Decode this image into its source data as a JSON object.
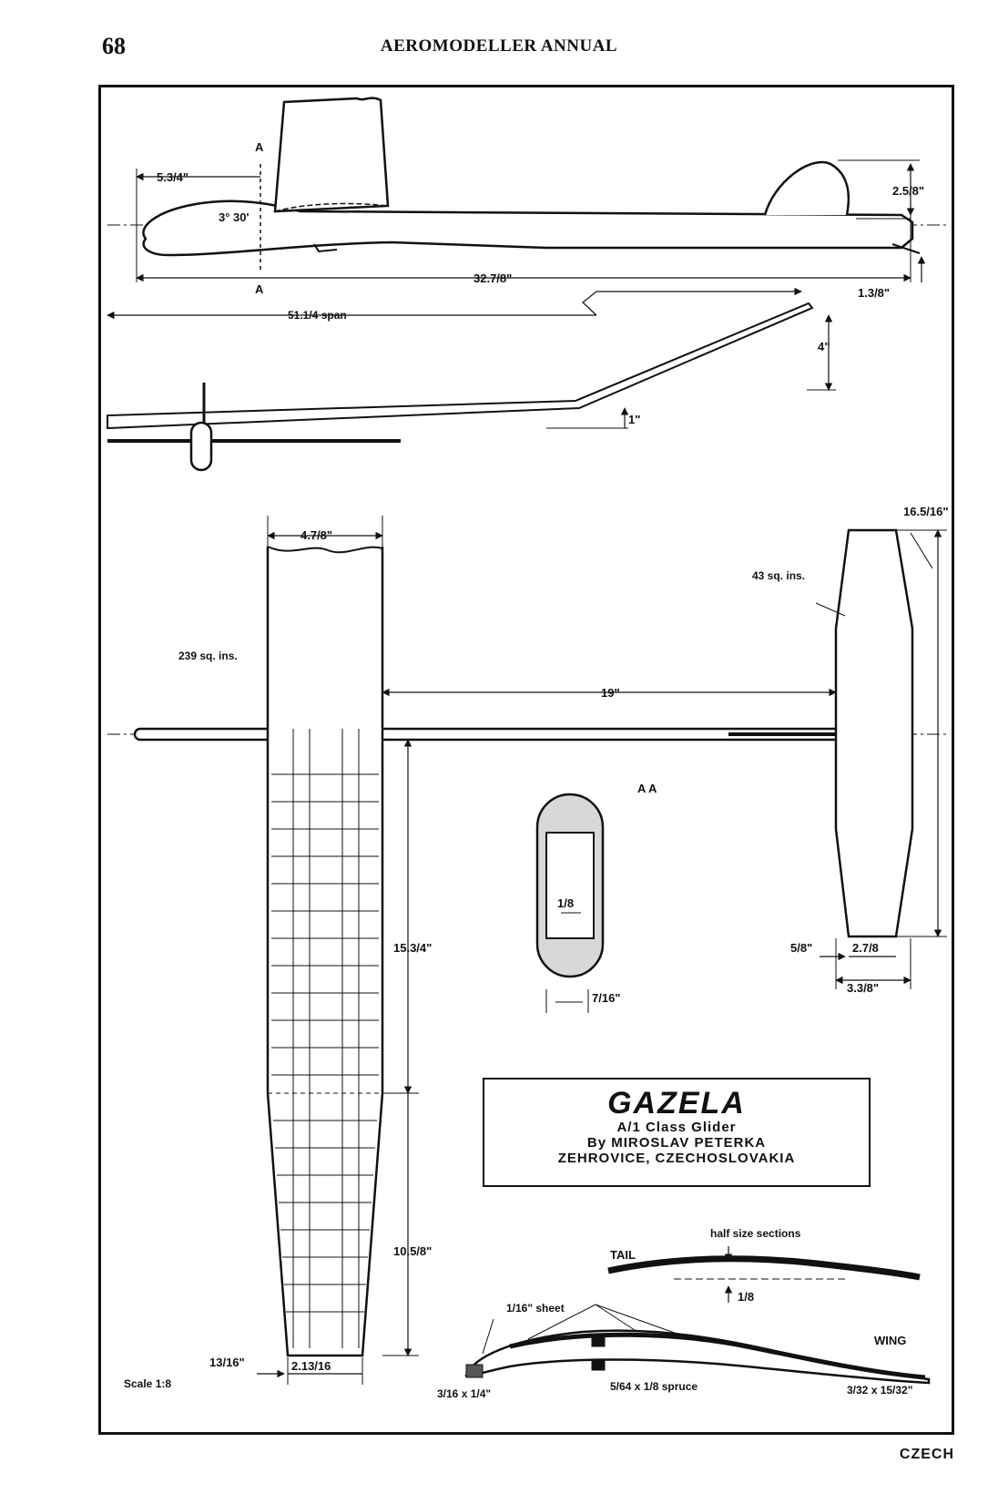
{
  "page": {
    "number": "68",
    "running_head": "AEROMODELLER ANNUAL",
    "footer_tag": "CZECH"
  },
  "title_block": {
    "name": "GAZELA",
    "class_line": "A/1 Class Glider",
    "author_line": "By MIROSLAV PETERKA",
    "location_line": "ZEHROVICE, CZECHOSLOVAKIA"
  },
  "side_view": {
    "section_mark_top": "A",
    "section_mark_bottom": "A",
    "nose_to_wing": "5.3/4\"",
    "incidence": "3° 30'",
    "fuselage_length": "32.7/8\"",
    "fin_height": "2.5/8\"",
    "tail_depth": "1.3/8\""
  },
  "front_view": {
    "span": "51.1/4 span",
    "tip_dihedral": "4\"",
    "centre_dihedral": "1\""
  },
  "plan_view": {
    "wing_chord": "4.7/8\"",
    "wing_area": "239 sq. ins.",
    "moment_arm": "19\"",
    "tail_area": "43 sq. ins.",
    "tail_span": "16.5/16\"",
    "inner_panel": "15.3/4\"",
    "outer_panel": "10.5/8\"",
    "tail_tip_chord": "2.7/8",
    "tail_root_chord": "3.3/8\"",
    "tail_offset": "5/8\"",
    "tip_chord": "2.13/16",
    "tip_offset": "13/16\"",
    "scale": "Scale 1:8"
  },
  "section_aa": {
    "label": "A A",
    "wall": "1/8",
    "width": "7/16\""
  },
  "sections": {
    "heading": "half size sections",
    "tail_label": "TAIL",
    "tail_thickness": "1/8",
    "wing_label": "WING",
    "sheet": "1/16\" sheet",
    "leading_edge": "3/16 x 1/4\"",
    "spar": "5/64 x 1/8 spruce",
    "trailing_edge": "3/32 x 15/32\""
  }
}
